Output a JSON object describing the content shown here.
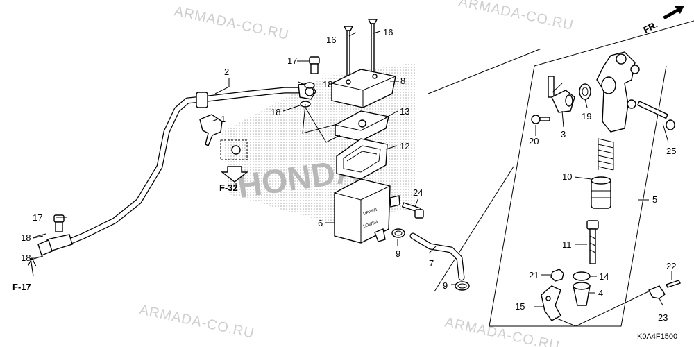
{
  "watermark_text": "ARMADA-CO.RU",
  "drawing_code": "K0A4F1500",
  "front_indicator": "FR.",
  "references": [
    "F-32",
    "F-17"
  ],
  "labels": {
    "l1": "1",
    "l2": "2",
    "l3": "3",
    "l4": "4",
    "l5": "5",
    "l6": "6",
    "l7": "7",
    "l8": "8",
    "l9a": "9",
    "l9b": "9",
    "l10": "10",
    "l11": "11",
    "l12": "12",
    "l13": "13",
    "l14": "14",
    "l15": "15",
    "l16a": "16",
    "l16b": "16",
    "l17a": "17",
    "l17b": "17",
    "l18a": "18",
    "l18b": "18",
    "l18c": "18",
    "l18d": "18",
    "l20": "20",
    "l19": "19",
    "l21": "21",
    "l22": "22",
    "l23": "23",
    "l24": "24",
    "l25": "25"
  },
  "colors": {
    "line": "#000000",
    "watermark": "#cfcfcf",
    "background": "#ffffff"
  }
}
